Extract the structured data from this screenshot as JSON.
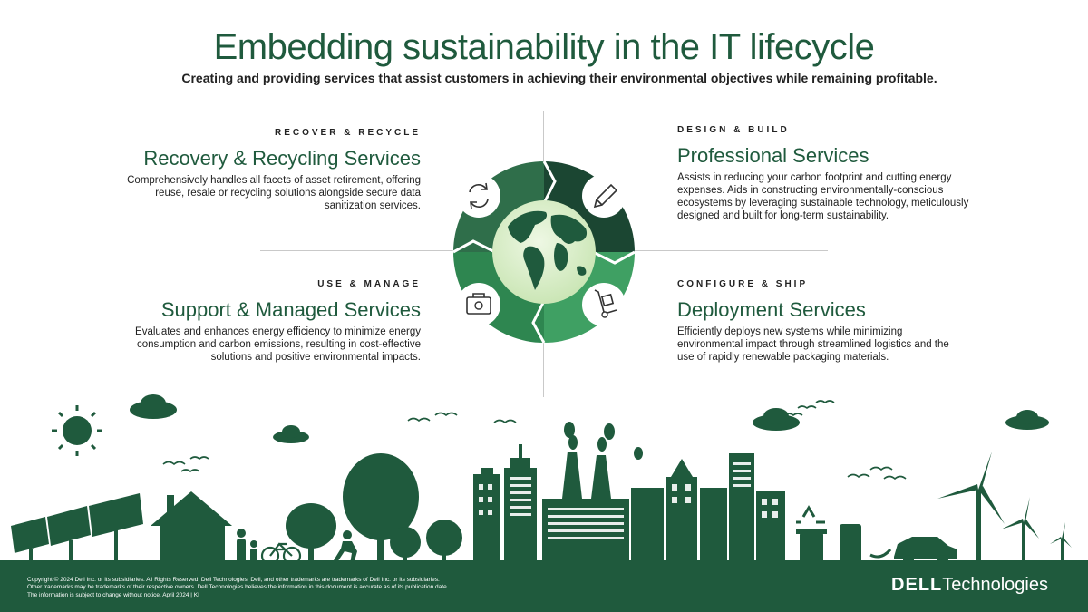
{
  "title": "Embedding sustainability in the IT lifecycle",
  "subtitle": "Creating and providing services that assist customers in achieving their environmental objectives while remaining profitable.",
  "sections": {
    "recover": {
      "kicker": "RECOVER & RECYCLE",
      "heading": "Recovery & Recycling Services",
      "body": "Comprehensively handles all facets of asset retirement, offering reuse, resale or recycling solutions alongside secure data sanitization services."
    },
    "design": {
      "kicker": "DESIGN & BUILD",
      "heading": "Professional Services",
      "body": "Assists in reducing your carbon footprint and cutting energy expenses. Aids in constructing environmentally-conscious ecosystems by leveraging sustainable technology, meticulously designed and built for long-term sustainability."
    },
    "use": {
      "kicker": "USE & MANAGE",
      "heading": "Support & Managed Services",
      "body": "Evaluates and enhances energy efficiency to minimize energy consumption and carbon emissions, resulting in cost-effective solutions and positive environmental impacts."
    },
    "config": {
      "kicker": "CONFIGURE & SHIP",
      "heading": "Deployment Services",
      "body": "Efficiently deploys new systems while minimizing environmental impact through streamlined logistics and the use of rapidly renewable packaging materials."
    }
  },
  "icons": {
    "recycle": "recycle-arrows-icon",
    "design": "pencil-icon",
    "use": "toolbox-icon",
    "ship": "hand-truck-icon",
    "globe": "globe-icon"
  },
  "footer": {
    "legal_1": "Copyright © 2024 Dell Inc. or its subsidiaries. All Rights Reserved. Dell Technologies, Dell, and other trademarks are trademarks of Dell Inc. or its subsidiaries.",
    "legal_2": "Other trademarks may be trademarks of their respective owners. Dell Technologies believes the information in this document is accurate as of its publication date.",
    "legal_3": "The information is subject to change without notice. April 2024 | KI",
    "logo_dell": "DELL",
    "logo_tech": "Technologies"
  },
  "colors": {
    "brand_green": "#1f5a3d",
    "dark_green": "#1b4632",
    "mid_green": "#2f7a4f",
    "light_green": "#3fa063",
    "globe_light": "#dcefd0"
  }
}
